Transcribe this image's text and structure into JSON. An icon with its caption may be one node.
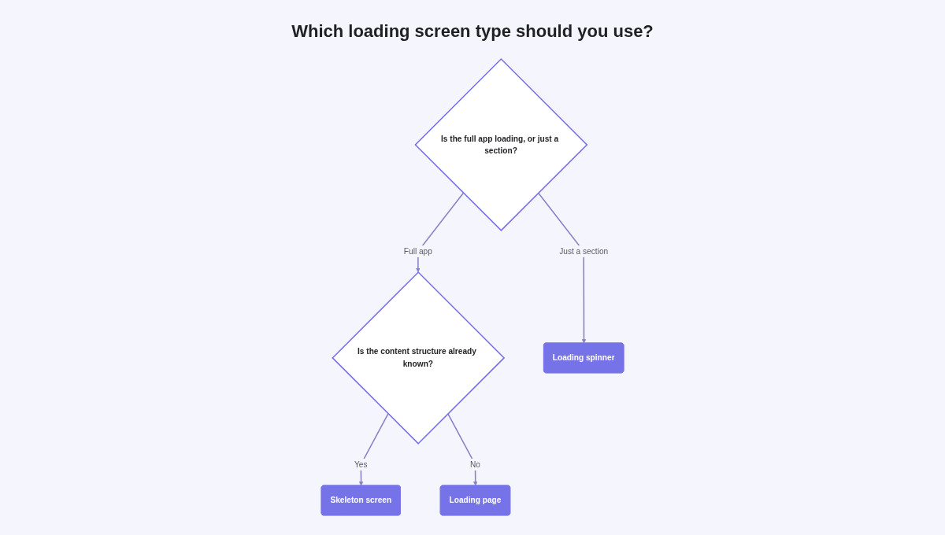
{
  "diagram": {
    "title": "Which loading screen type should you use?",
    "nodes": [
      {
        "text": [
          "Is the full app loading, or just a section?"
        ]
      },
      {
        "text": [
          "Is the content structure already known?"
        ]
      },
      {
        "text": [
          "Skeleton screen"
        ]
      },
      {
        "text": [
          "Loading page"
        ]
      },
      {
        "text": [
          "Loading spinner"
        ]
      }
    ],
    "edges": [
      {
        "from": 0,
        "to": 1,
        "arrow": "to",
        "label": "Full app"
      },
      {
        "from": 0,
        "to": 4,
        "arrow": "to",
        "label": "Just a section"
      },
      {
        "from": 1,
        "to": 2,
        "arrow": "to",
        "label": "Yes"
      },
      {
        "from": 1,
        "to": 3,
        "arrow": "to",
        "label": "No"
      }
    ]
  }
}
